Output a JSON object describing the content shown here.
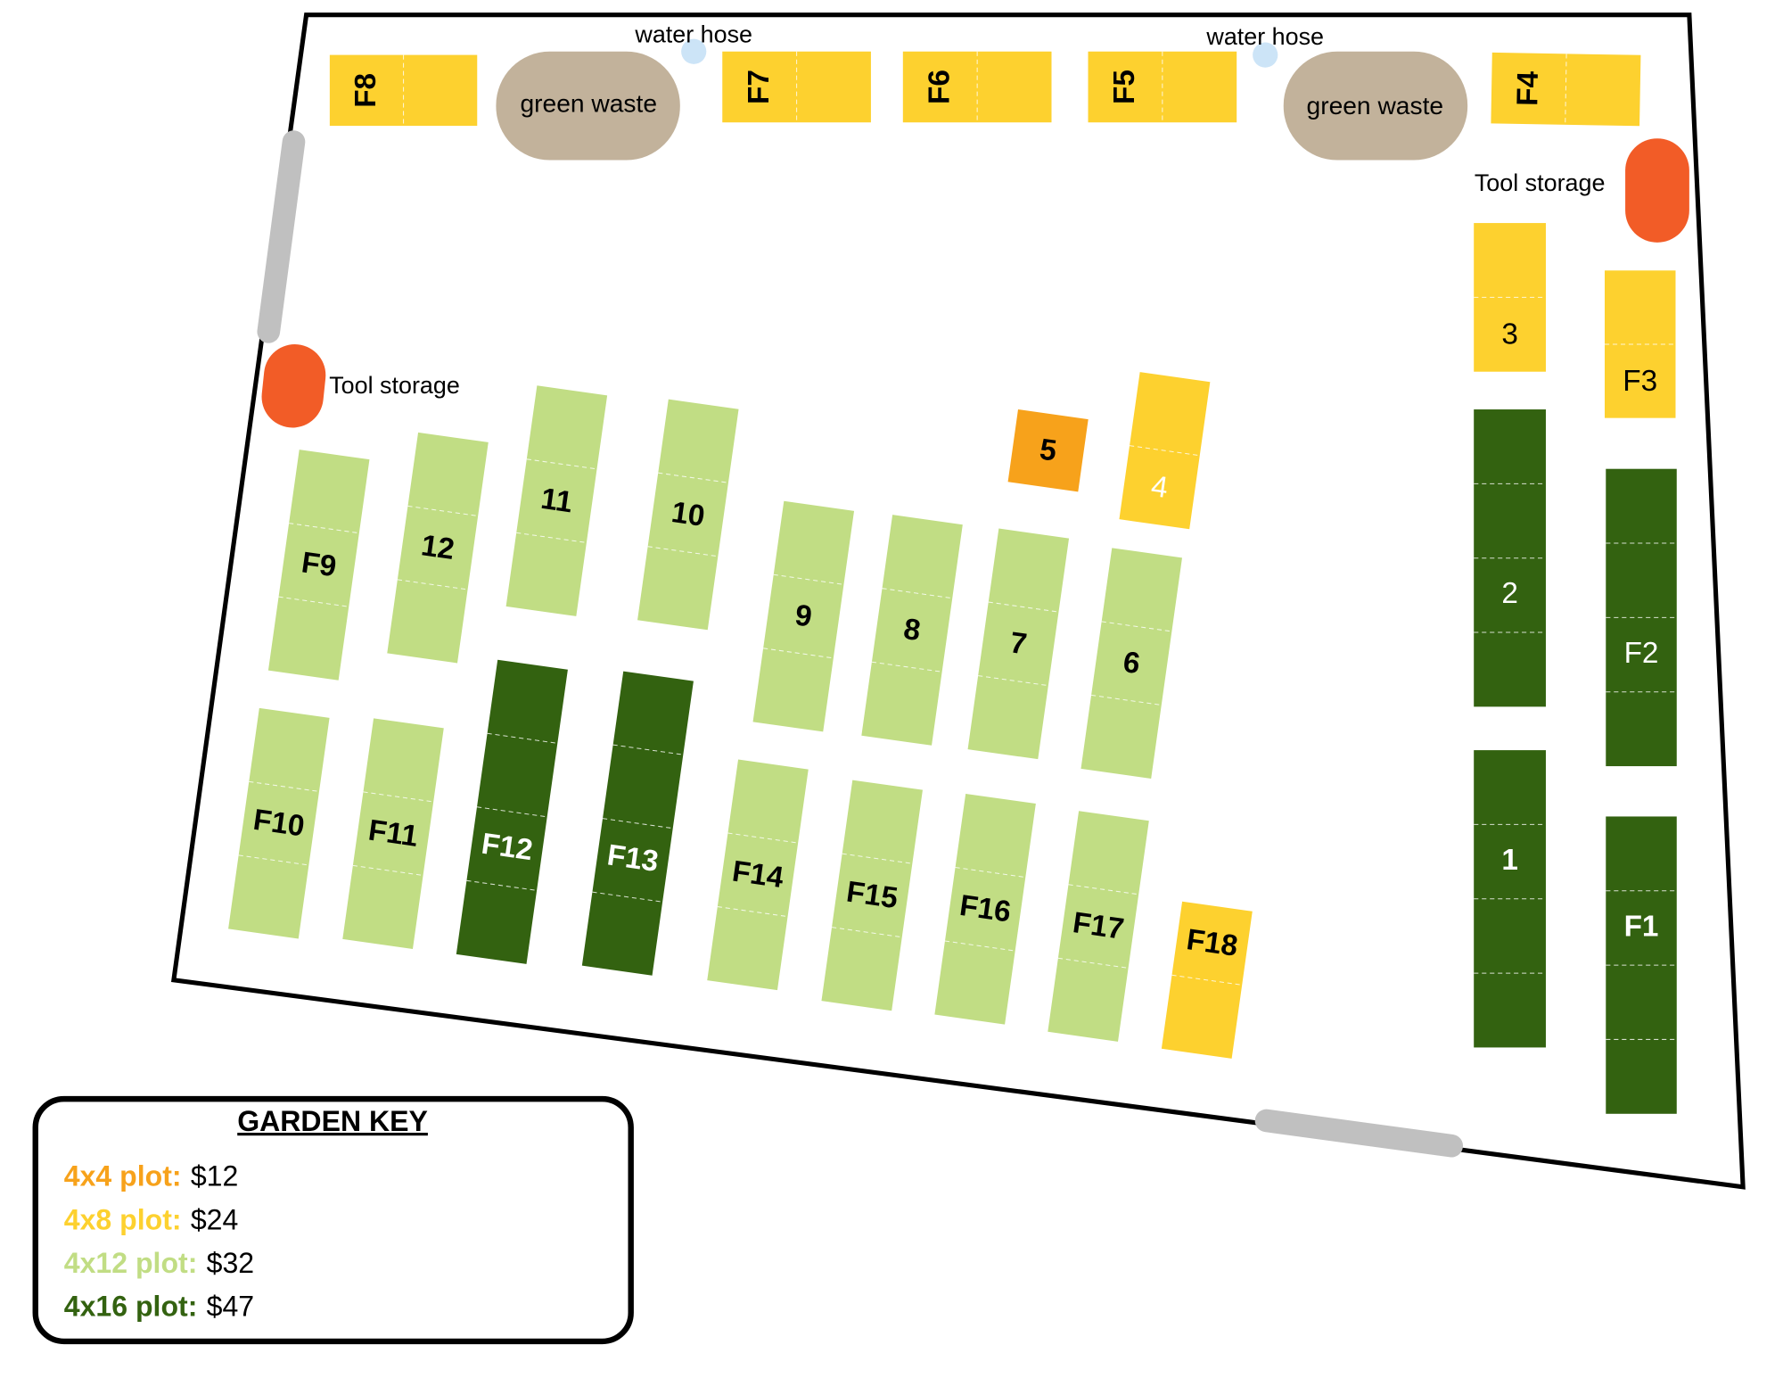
{
  "title": "Garden plot map",
  "colors": {
    "plot_4x4": "#f7a21b",
    "plot_4x8": "#fdd12f",
    "plot_4x12": "#c1dd84",
    "plot_4x16": "#336210",
    "tool_storage": "#f25c27",
    "green_waste": "#c2b29b",
    "water_hose": "#cce4f7",
    "gate": "#c0c0c0"
  },
  "features": {
    "water_hose_1": "water hose",
    "water_hose_2": "water hose",
    "green_waste_1": "green waste",
    "green_waste_2": "green waste",
    "tool_storage_1": "Tool storage",
    "tool_storage_2": "Tool storage"
  },
  "plots": [
    {
      "id": "F8",
      "label": "F8",
      "size": "4x8"
    },
    {
      "id": "F7",
      "label": "F7",
      "size": "4x8"
    },
    {
      "id": "F6",
      "label": "F6",
      "size": "4x8"
    },
    {
      "id": "F5",
      "label": "F5",
      "size": "4x8"
    },
    {
      "id": "F4",
      "label": "F4",
      "size": "4x8"
    },
    {
      "id": "3",
      "label": "3",
      "size": "4x8"
    },
    {
      "id": "F3",
      "label": "F3",
      "size": "4x8"
    },
    {
      "id": "2",
      "label": "2",
      "size": "4x16"
    },
    {
      "id": "F2",
      "label": "F2",
      "size": "4x16"
    },
    {
      "id": "1",
      "label": "1",
      "size": "4x16"
    },
    {
      "id": "F1",
      "label": "F1",
      "size": "4x16"
    },
    {
      "id": "5",
      "label": "5",
      "size": "4x4"
    },
    {
      "id": "4",
      "label": "4",
      "size": "4x8"
    },
    {
      "id": "F9",
      "label": "F9",
      "size": "4x12"
    },
    {
      "id": "12",
      "label": "12",
      "size": "4x12"
    },
    {
      "id": "11",
      "label": "11",
      "size": "4x12"
    },
    {
      "id": "10",
      "label": "10",
      "size": "4x12"
    },
    {
      "id": "9",
      "label": "9",
      "size": "4x12"
    },
    {
      "id": "8",
      "label": "8",
      "size": "4x12"
    },
    {
      "id": "7",
      "label": "7",
      "size": "4x12"
    },
    {
      "id": "6",
      "label": "6",
      "size": "4x12"
    },
    {
      "id": "F10",
      "label": "F10",
      "size": "4x12"
    },
    {
      "id": "F11",
      "label": "F11",
      "size": "4x12"
    },
    {
      "id": "F12",
      "label": "F12",
      "size": "4x16"
    },
    {
      "id": "F13",
      "label": "F13",
      "size": "4x16"
    },
    {
      "id": "F14",
      "label": "F14",
      "size": "4x12"
    },
    {
      "id": "F15",
      "label": "F15",
      "size": "4x12"
    },
    {
      "id": "F16",
      "label": "F16",
      "size": "4x12"
    },
    {
      "id": "F17",
      "label": "F17",
      "size": "4x12"
    },
    {
      "id": "F18",
      "label": "F18",
      "size": "4x8"
    }
  ],
  "key": {
    "title": "GARDEN KEY",
    "rows": [
      {
        "label": "4x4 plot:",
        "price": "$12",
        "color": "#f7a21b"
      },
      {
        "label": "4x8 plot:",
        "price": "$24",
        "color": "#fdd12f"
      },
      {
        "label": "4x12 plot:",
        "price": "$32",
        "color": "#c1dd84"
      },
      {
        "label": "4x16 plot:",
        "price": "$47",
        "color": "#336210"
      }
    ]
  }
}
